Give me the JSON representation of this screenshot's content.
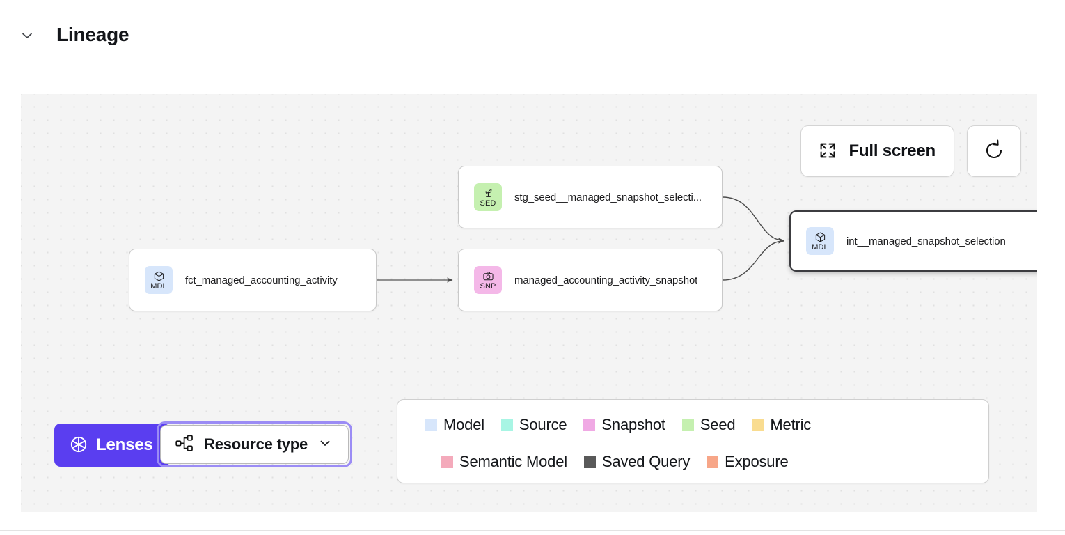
{
  "header": {
    "title": "Lineage",
    "collapse_icon": "chevron-down-icon"
  },
  "canvas": {
    "background_color": "#f4f4f4",
    "dot_color": "#e0e0e0"
  },
  "controls": {
    "fullscreen_label": "Full screen",
    "fullscreen_icon": "expand-arrows-icon",
    "refresh_icon": "refresh-icon"
  },
  "graph": {
    "nodes": [
      {
        "id": "fct_managed_accounting_activity",
        "label": "fct_managed_accounting_activity",
        "badge_text": "MDL",
        "badge_icon": "cube-icon",
        "badge_color": "#d7e6fb",
        "resource_type": "Model",
        "selected": false
      },
      {
        "id": "stg_seed__managed_snapshot_selection",
        "label": "stg_seed__managed_snapshot_selecti...",
        "badge_text": "SED",
        "badge_icon": "sprout-icon",
        "badge_color": "#c5f0b0",
        "resource_type": "Seed",
        "selected": false
      },
      {
        "id": "managed_accounting_activity_snapshot",
        "label": "managed_accounting_activity_snapshot",
        "badge_text": "SNP",
        "badge_icon": "camera-icon",
        "badge_color": "#f4b8e8",
        "resource_type": "Snapshot",
        "selected": false
      },
      {
        "id": "int__managed_snapshot_selection",
        "label": "int__managed_snapshot_selection",
        "badge_text": "MDL",
        "badge_icon": "cube-icon",
        "badge_color": "#d7e6fb",
        "resource_type": "Model",
        "selected": true
      }
    ],
    "edges": [
      {
        "from": "fct_managed_accounting_activity",
        "to": "managed_accounting_activity_snapshot"
      },
      {
        "from": "stg_seed__managed_snapshot_selection",
        "to": "int__managed_snapshot_selection"
      },
      {
        "from": "managed_accounting_activity_snapshot",
        "to": "int__managed_snapshot_selection"
      }
    ]
  },
  "toolbar": {
    "lenses_label": "Lenses",
    "lenses_icon": "aperture-icon",
    "lenses_color": "#5a3ef0",
    "resource_type_label": "Resource type",
    "resource_type_icon": "hierarchy-icon",
    "resource_type_chevron": "chevron-down-icon",
    "focus_ring_color": "#9b8cf5"
  },
  "legend": {
    "row1": [
      {
        "label": "Model",
        "color": "#d7e6fb"
      },
      {
        "label": "Source",
        "color": "#a8f5e4"
      },
      {
        "label": "Snapshot",
        "color": "#f0a9e4"
      },
      {
        "label": "Seed",
        "color": "#c5f0b0"
      },
      {
        "label": "Metric",
        "color": "#f9dc90"
      }
    ],
    "row2": [
      {
        "label": "Semantic Model",
        "color": "#f4aabb"
      },
      {
        "label": "Saved Query",
        "color": "#595959"
      },
      {
        "label": "Exposure",
        "color": "#f7a688"
      }
    ]
  }
}
